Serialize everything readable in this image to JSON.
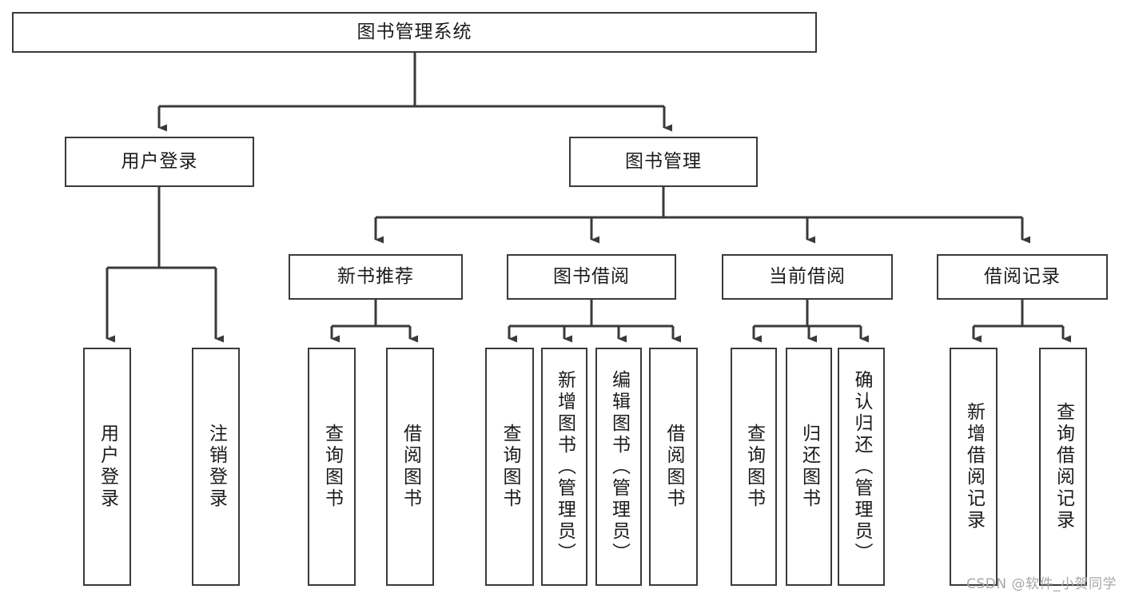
{
  "diagram": {
    "type": "tree",
    "title": "图书管理系统",
    "watermark": "CSDN @软件_小贺同学",
    "colors": {
      "border": "#3a3a3a",
      "fill": "#ffffff",
      "text": "#1b1b1b",
      "line": "#3a3a3a",
      "watermark": "#a8a8a8"
    },
    "root": {
      "label": "图书管理系统"
    },
    "level2": [
      {
        "label": "用户登录"
      },
      {
        "label": "图书管理"
      }
    ],
    "level3": [
      {
        "label": "新书推荐"
      },
      {
        "label": "图书借阅"
      },
      {
        "label": "当前借阅"
      },
      {
        "label": "借阅记录"
      }
    ],
    "leaves": {
      "user_login": [
        {
          "label": "用户登录"
        },
        {
          "label": "注销登录"
        }
      ],
      "new_book": [
        {
          "label": "查询图书"
        },
        {
          "label": "借阅图书"
        }
      ],
      "book_borrow": [
        {
          "label": "查询图书"
        },
        {
          "label": "新增图书（管理员）"
        },
        {
          "label": "编辑图书（管理员）"
        },
        {
          "label": "借阅图书"
        }
      ],
      "current_borrow": [
        {
          "label": "查询图书"
        },
        {
          "label": "归还图书"
        },
        {
          "label": "确认归还（管理员）"
        }
      ],
      "borrow_record": [
        {
          "label": "新增借阅记录"
        },
        {
          "label": "查询借阅记录"
        }
      ]
    }
  }
}
